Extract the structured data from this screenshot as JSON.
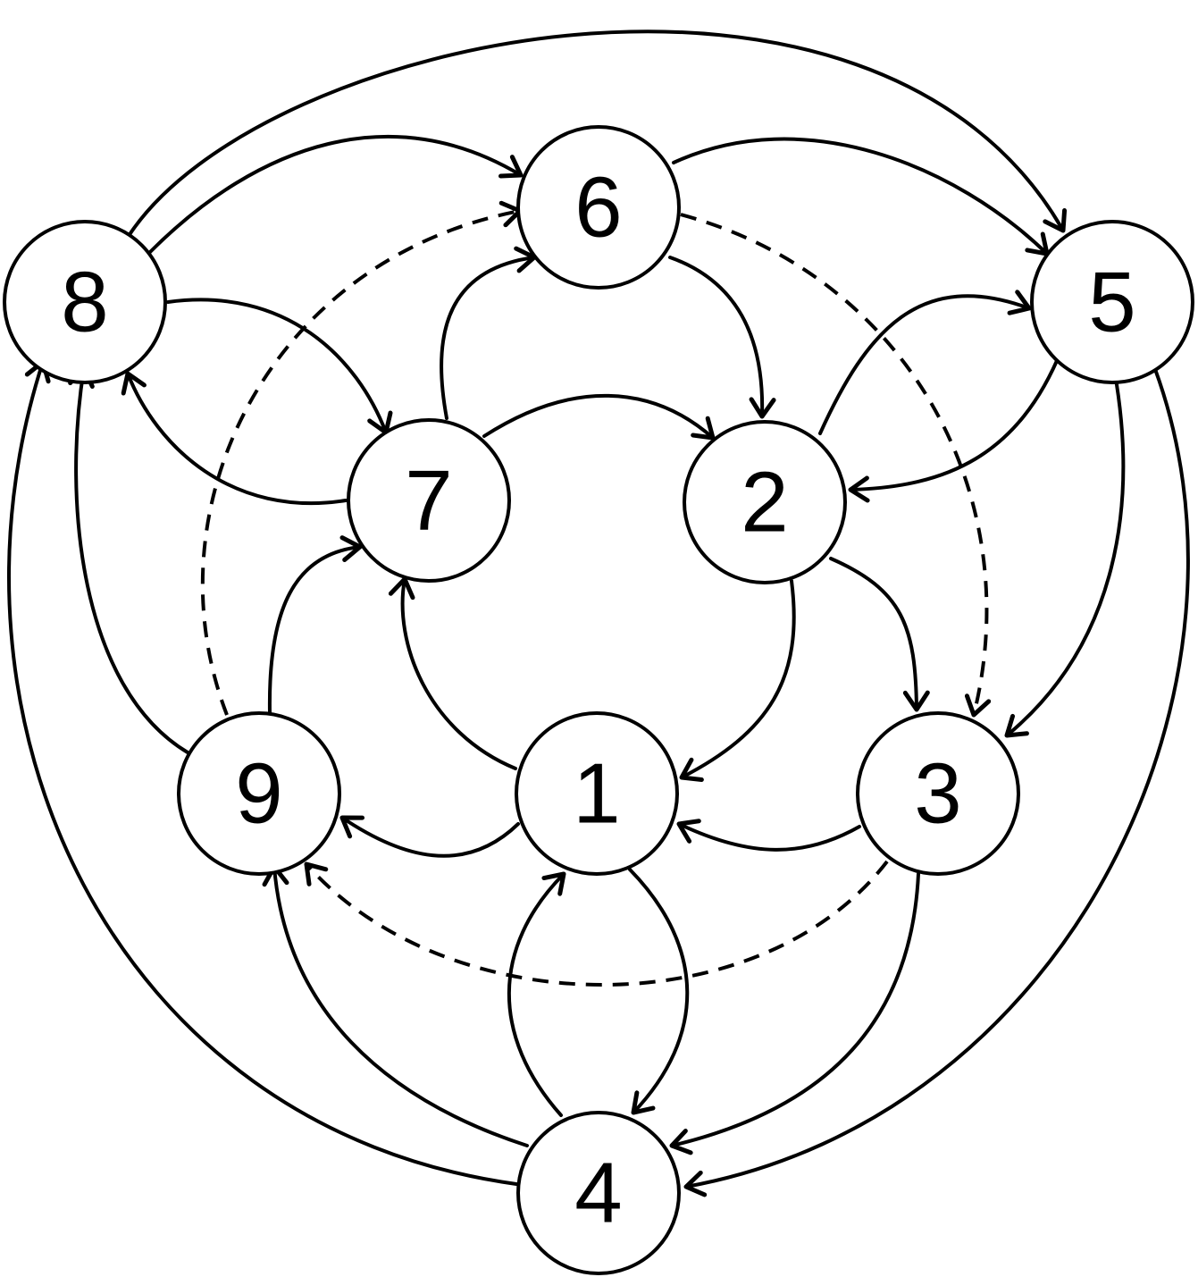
{
  "diagram": {
    "nodes": [
      {
        "id": "1",
        "label": "1"
      },
      {
        "id": "2",
        "label": "2"
      },
      {
        "id": "3",
        "label": "3"
      },
      {
        "id": "4",
        "label": "4"
      },
      {
        "id": "5",
        "label": "5"
      },
      {
        "id": "6",
        "label": "6"
      },
      {
        "id": "7",
        "label": "7"
      },
      {
        "id": "8",
        "label": "8"
      },
      {
        "id": "9",
        "label": "9"
      }
    ],
    "edges": [
      {
        "from": "8",
        "to": "5",
        "style": "solid"
      },
      {
        "from": "8",
        "to": "6",
        "style": "solid"
      },
      {
        "from": "6",
        "to": "5",
        "style": "solid"
      },
      {
        "from": "9",
        "to": "6",
        "style": "dashed"
      },
      {
        "from": "6",
        "to": "3",
        "style": "dashed"
      },
      {
        "from": "3",
        "to": "9",
        "style": "dashed"
      },
      {
        "from": "8",
        "to": "7",
        "style": "solid"
      },
      {
        "from": "7",
        "to": "8",
        "style": "solid"
      },
      {
        "from": "7",
        "to": "6",
        "style": "solid"
      },
      {
        "from": "6",
        "to": "2",
        "style": "solid"
      },
      {
        "from": "7",
        "to": "2",
        "style": "solid"
      },
      {
        "from": "2",
        "to": "5",
        "style": "solid"
      },
      {
        "from": "5",
        "to": "2",
        "style": "solid"
      },
      {
        "from": "5",
        "to": "3",
        "style": "solid"
      },
      {
        "from": "5",
        "to": "4",
        "style": "solid"
      },
      {
        "from": "2",
        "to": "3",
        "style": "solid"
      },
      {
        "from": "2",
        "to": "1",
        "style": "solid"
      },
      {
        "from": "1",
        "to": "7",
        "style": "solid"
      },
      {
        "from": "9",
        "to": "7",
        "style": "solid"
      },
      {
        "from": "9",
        "to": "8",
        "style": "solid"
      },
      {
        "from": "4",
        "to": "8",
        "style": "solid"
      },
      {
        "from": "1",
        "to": "9",
        "style": "solid"
      },
      {
        "from": "3",
        "to": "1",
        "style": "solid"
      },
      {
        "from": "4",
        "to": "1",
        "style": "solid"
      },
      {
        "from": "1",
        "to": "4",
        "style": "solid"
      },
      {
        "from": "4",
        "to": "9",
        "style": "solid"
      },
      {
        "from": "3",
        "to": "4",
        "style": "solid"
      }
    ]
  }
}
